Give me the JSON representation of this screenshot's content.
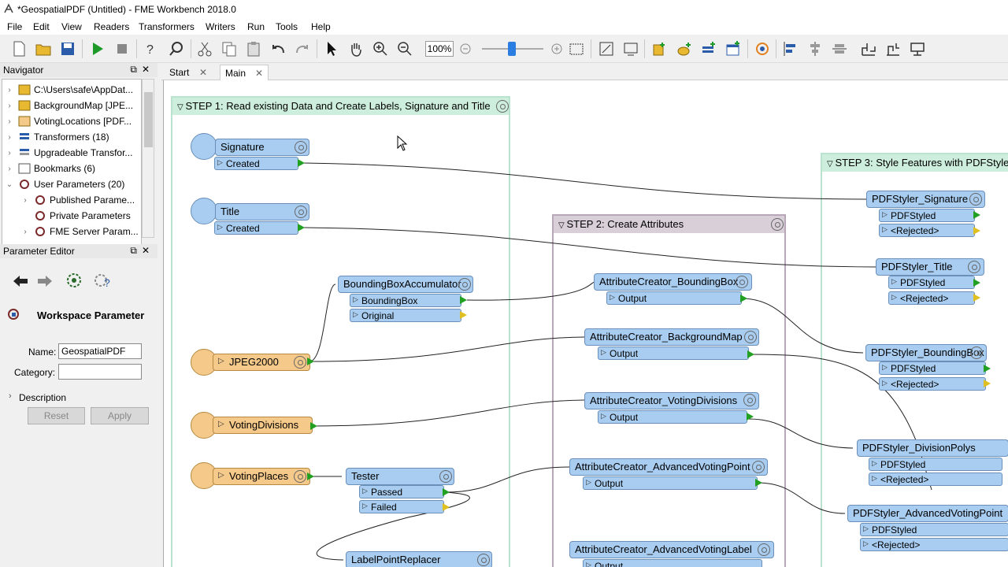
{
  "window": {
    "title": "*GeospatialPDF (Untitled) - FME Workbench 2018.0"
  },
  "menu": [
    "File",
    "Edit",
    "View",
    "Readers",
    "Transformers",
    "Writers",
    "Run",
    "Tools",
    "Help"
  ],
  "toolbar": {
    "zoom": "100%"
  },
  "navigator": {
    "title": "Navigator",
    "items": [
      {
        "label": "C:\\Users\\safe\\AppDat...",
        "icon": "reader-dataset-icon"
      },
      {
        "label": "BackgroundMap [JPE...",
        "icon": "reader-dataset-icon"
      },
      {
        "label": "VotingLocations [PDF...",
        "icon": "writer-dataset-icon"
      },
      {
        "label": "Transformers (18)",
        "icon": "transformers-icon"
      },
      {
        "label": "Upgradeable Transfor...",
        "icon": "upgradeable-icon"
      },
      {
        "label": "Bookmarks (6)",
        "icon": "bookmarks-icon"
      },
      {
        "label": "User Parameters (20)",
        "icon": "parameters-icon"
      },
      {
        "label": "Published Parame...",
        "icon": "parameters-icon"
      },
      {
        "label": "Private Parameters",
        "icon": "parameters-icon"
      },
      {
        "label": "FME Server Param...",
        "icon": "parameters-icon"
      }
    ]
  },
  "parameter_editor": {
    "title": "Parameter Editor",
    "heading": "Workspace Parameter",
    "name_label": "Name:",
    "name_value": "GeospatialPDF",
    "category_label": "Category:",
    "category_value": "",
    "description_label": "Description",
    "reset": "Reset",
    "apply": "Apply"
  },
  "tabs": [
    {
      "label": "Start"
    },
    {
      "label": "Main"
    }
  ],
  "bookmarks": {
    "step1": "STEP 1: Read existing Data and Create Labels, Signature and Title",
    "step2": "STEP 2: Create Attributes",
    "step3": "STEP 3: Style Features with PDFStyler"
  },
  "nodes": {
    "signature": "Signature",
    "title": "Title",
    "created": "Created",
    "bba": "BoundingBoxAccumulator",
    "bba_bbox": "BoundingBox",
    "bba_orig": "Original",
    "jpeg": "JPEG2000",
    "votingdivisions": "VotingDivisions",
    "votingplaces": "VotingPlaces",
    "tester": "Tester",
    "passed": "Passed",
    "failed": "Failed",
    "lpr": "LabelPointReplacer",
    "ac_bbox": "AttributeCreator_BoundingBox",
    "ac_bg": "AttributeCreator_BackgroundMap",
    "ac_vd": "AttributeCreator_VotingDivisions",
    "ac_avp": "AttributeCreator_AdvancedVotingPoint",
    "ac_avl": "AttributeCreator_AdvancedVotingLabel",
    "output": "Output",
    "ps_sig": "PDFStyler_Signature",
    "ps_title": "PDFStyler_Title",
    "ps_bbox": "PDFStyler_BoundingBox",
    "ps_div": "PDFStyler_DivisionPolys",
    "ps_avp": "PDFStyler_AdvancedVotingPoint",
    "pdfstyled": "PDFStyled",
    "rejected": "<Rejected>"
  }
}
